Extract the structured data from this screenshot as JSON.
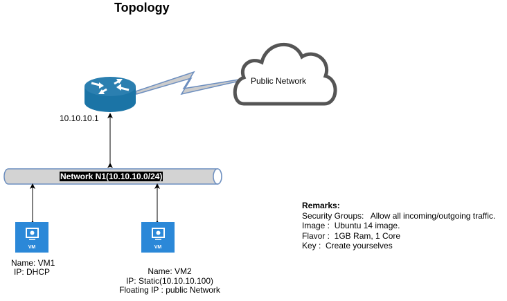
{
  "title": "Topology",
  "router": {
    "ip_label": "10.10.10.1"
  },
  "cloud": {
    "label": "Public Network"
  },
  "network": {
    "label": "Network N1(10.10.10.0/24)"
  },
  "vms": [
    {
      "icon_label": "VM",
      "lines": [
        "Name: VM1",
        "IP: DHCP"
      ]
    },
    {
      "icon_label": "VM",
      "lines": [
        "Name: VM2",
        "IP: Static(10.10.10.100)",
        "Floating IP : public Network"
      ]
    }
  ],
  "remarks": {
    "heading": "Remarks:",
    "lines": [
      "Security Groups:   Allow all incoming/outgoing traffic.",
      "Image :  Ubuntu 14 image.",
      "Flavor :  1GB Ram, 1 Core",
      "Key :  Create yourselves"
    ]
  },
  "colors": {
    "router": "#1b74a6",
    "vm": "#2b88d8",
    "bus_fill": "#d3d3d3",
    "bus_stroke": "#6c8ebf",
    "cloud_stroke": "#555555"
  }
}
